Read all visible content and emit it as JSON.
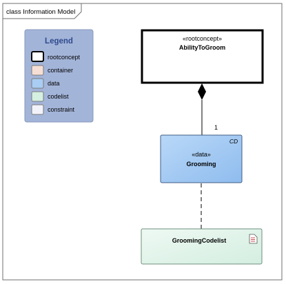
{
  "frame": {
    "title": "class Information Model"
  },
  "legend": {
    "title": "Legend",
    "items": [
      {
        "label": "rootconcept",
        "color": "#ffffff",
        "border": "#000000"
      },
      {
        "label": "container",
        "color": "#f5ded4",
        "border": "#7a7a7a"
      },
      {
        "label": "data",
        "color": "#a9cdf3",
        "border": "#7a7a7a"
      },
      {
        "label": "codelist",
        "color": "#d5efe1",
        "border": "#7a7a7a"
      },
      {
        "label": "constraint",
        "color": "#f1f2fa",
        "border": "#7a7a7a"
      }
    ]
  },
  "nodes": {
    "root": {
      "stereotype": "«rootconcept»",
      "name": "AbilityToGroom"
    },
    "grooming": {
      "stereotype": "«data»",
      "name": "Grooming",
      "tag": "CD"
    },
    "codelist": {
      "name": "GroomingCodelist"
    }
  },
  "edges": {
    "composition": {
      "multiplicity": "1"
    }
  },
  "colors": {
    "legend_bg": "#a3b4d9",
    "legend_title": "#2f4a8c",
    "data_fill": "#a9cdf3",
    "codelist_fill": "#e4f5ec"
  }
}
